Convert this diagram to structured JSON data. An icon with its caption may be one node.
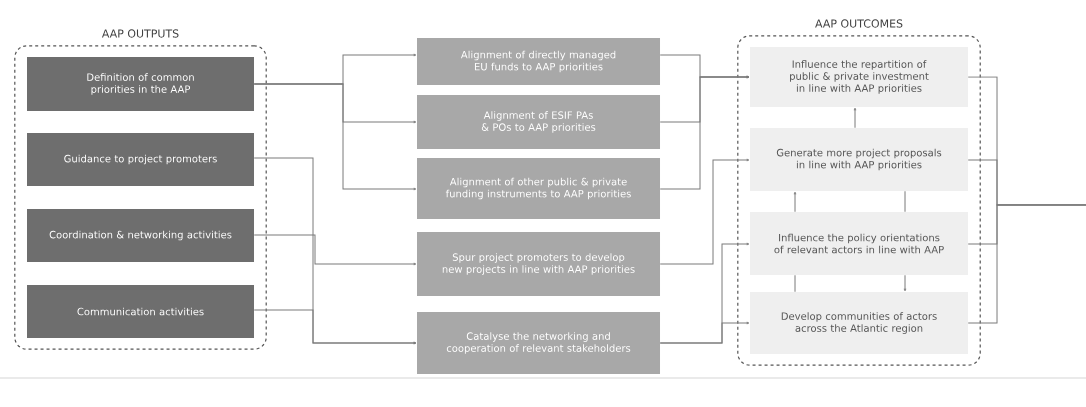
{
  "diagram": {
    "nodes": [
      {
        "text": [
          "AAP OUTPUTS"
        ]
      },
      {
        "text": [
          "Definition of common priorities in the AAP"
        ],
        "in": 0
      },
      {
        "text": [
          "Guidance to project promoters"
        ],
        "in": 0
      },
      {
        "text": [
          "Coordination & networking activities"
        ],
        "in": 0
      },
      {
        "text": [
          "Communication activities"
        ],
        "in": 0
      },
      {
        "text": [
          "Alignment of directly managed EU funds to AAP priorities"
        ]
      },
      {
        "text": [
          "Alignment of ESIF PAs & POs to AAP priorities"
        ]
      },
      {
        "text": [
          "Alignment of other public & private funding instruments to AAP priorities"
        ]
      },
      {
        "text": [
          "Spur project promoters to develop new projects in line with AAP priorities"
        ]
      },
      {
        "text": [
          "Catalyse the networking and cooperation of relevant stakeholders"
        ]
      },
      {
        "text": [
          "AAP OUTCOMES"
        ]
      },
      {
        "text": [
          "Influence the repartition of public & private investment in line with AAP priorities"
        ],
        "in": 10
      },
      {
        "text": [
          "Generate more project proposals in line with AAP priorities"
        ],
        "in": 10
      },
      {
        "text": [
          "Influence the policy orientations of relevant actors in line with AAP"
        ],
        "in": 10
      },
      {
        "text": [
          "Develop communities of actors across the Atlantic region"
        ],
        "in": 10
      }
    ],
    "edges": [
      {
        "from": 1,
        "to": 5,
        "arrow": "to"
      },
      {
        "from": 1,
        "to": 6,
        "arrow": "to"
      },
      {
        "from": 1,
        "to": 7,
        "arrow": "to"
      },
      {
        "from": 2,
        "to": 9,
        "arrow": "to"
      },
      {
        "from": 3,
        "to": 8,
        "arrow": "to"
      },
      {
        "from": 4,
        "to": 9,
        "arrow": "to"
      },
      {
        "from": 5,
        "to": 11,
        "arrow": "to"
      },
      {
        "from": 6,
        "to": 11,
        "arrow": "to"
      },
      {
        "from": 7,
        "to": 11,
        "arrow": "to"
      },
      {
        "from": 8,
        "to": 12,
        "arrow": "to"
      },
      {
        "from": 9,
        "to": 13,
        "arrow": "to"
      },
      {
        "from": 9,
        "to": 14,
        "arrow": "to"
      },
      {
        "from": 12,
        "to": 11,
        "arrow": "to"
      },
      {
        "from": 13,
        "to": 12,
        "arrow": "to"
      },
      {
        "from": 12,
        "to": 13,
        "arrow": "none"
      },
      {
        "from": 13,
        "to": 14,
        "arrow": "to"
      },
      {
        "from": 14,
        "to": 13,
        "arrow": "none"
      },
      {
        "from": 11,
        "to": null,
        "arrow": "none"
      },
      {
        "from": 12,
        "to": null,
        "arrow": "none"
      },
      {
        "from": 13,
        "to": null,
        "arrow": "none"
      },
      {
        "from": 14,
        "to": null,
        "arrow": "none"
      }
    ]
  }
}
